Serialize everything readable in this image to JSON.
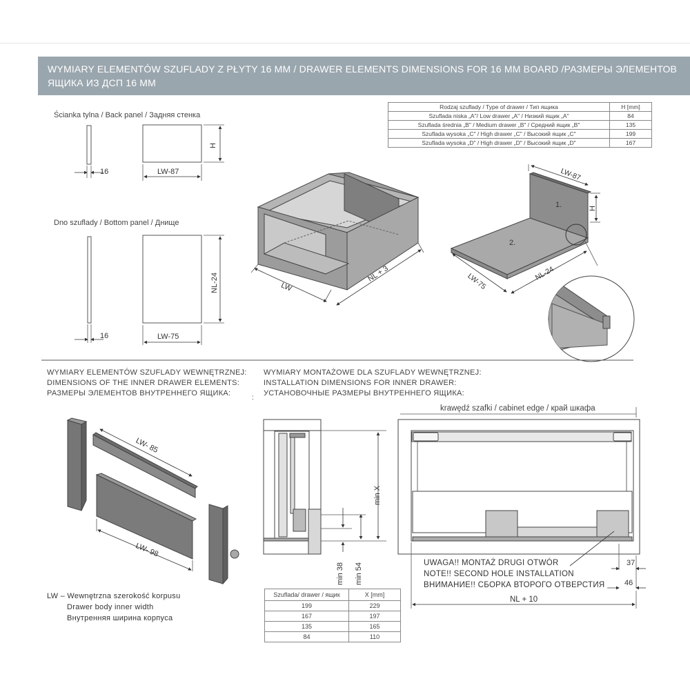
{
  "header": {
    "title": "WYMIARY ELEMENTÓW SZUFLADY Z PŁYTY 16 MM / DRAWER ELEMENTS DIMENSIONS FOR 16 MM BOARD /РАЗМЕРЫ ЭЛЕМЕНТОВ ЯЩИКА ИЗ ДСП 16 ММ"
  },
  "back_panel": {
    "label": "Ścianka tylna / Back panel / Задняя стенка",
    "thickness": "16",
    "width": "LW-87",
    "height": "H"
  },
  "bottom_panel": {
    "label": "Dno szuflady / Bottom panel / Днище",
    "thickness": "16",
    "width": "LW-75",
    "height": "NL-24"
  },
  "drawer_iso": {
    "dim_width": "LW",
    "dim_depth": "NL + 3"
  },
  "panel_iso": {
    "back_width": "LW-87",
    "height": "H",
    "front_width": "LW-75",
    "depth": "NL-24",
    "part1": "1.",
    "part2": "2."
  },
  "type_table": {
    "headers": [
      "Rodzaj szuflady / Type of drawer / Тип ящика",
      "H [mm]"
    ],
    "rows": [
      [
        "Szuflada niska „A\"/ Low drawer „A\" / Низкий ящик „A\"",
        "84"
      ],
      [
        "Szuflada średnia „B\" / Medium drawer „B\" / Средний ящик „B\"",
        "135"
      ],
      [
        "Szuflada wysoka „C\" / High drawer „C\" / Высокий ящик „C\"",
        "199"
      ],
      [
        "Szuflada wysoka „D\" / High drawer „D\" / Высокий ящик „D\"",
        "167"
      ]
    ]
  },
  "inner_section": {
    "line1": "WYMIARY ELEMENTÓW SZUFLADY WEWNĘTRZNEJ:",
    "line2": "DIMENSIONS OF THE INNER DRAWER ELEMENTS:",
    "line3": "РАЗМЕРЫ ЭЛЕМЕНТОВ ВНУТРЕННЕГО ЯЩИКА:"
  },
  "inner_parts": {
    "rail": "LW- 85",
    "panel": "LW- 98"
  },
  "legend": {
    "line1": "LW – Wewnętrzna szerokość korpusu",
    "line2": "Drawer body inner width",
    "line3": "Внутренняя ширина корпуса"
  },
  "install_section": {
    "line1": "WYMIARY MONTAŻOWE DLA SZUFLADY WEWNĘTRZNEJ:",
    "line2": "INSTALLATION DIMENSIONS FOR INNER DRAWER:",
    "line3": "УСТАНОВОЧНЫЕ РАЗМЕРЫ ВНУТРЕННЕГО ЯЩИКА:"
  },
  "side_view": {
    "min_x": "min X",
    "min38": "min 38",
    "min54": "min 54"
  },
  "front_view": {
    "cabinet_edge": "krawędź szafki / cabinet edge / край шкафа",
    "nl10": "NL + 10",
    "d37": "37",
    "d46": "46"
  },
  "warning": {
    "line1": "UWAGA!! MONTAŻ DRUGI OTWÓR",
    "line2": "NOTE!! SECOND HOLE INSTALLATION",
    "line3": "ВНИМАНИЕ!! СБОРКА ВТОРОГО ОТВЕРСТИЯ"
  },
  "x_table": {
    "headers": [
      "Szuflada/ drawer / ящик",
      "X [mm]"
    ],
    "rows": [
      [
        "199",
        "229"
      ],
      [
        "167",
        "197"
      ],
      [
        "135",
        "165"
      ],
      [
        "84",
        "110"
      ]
    ]
  }
}
